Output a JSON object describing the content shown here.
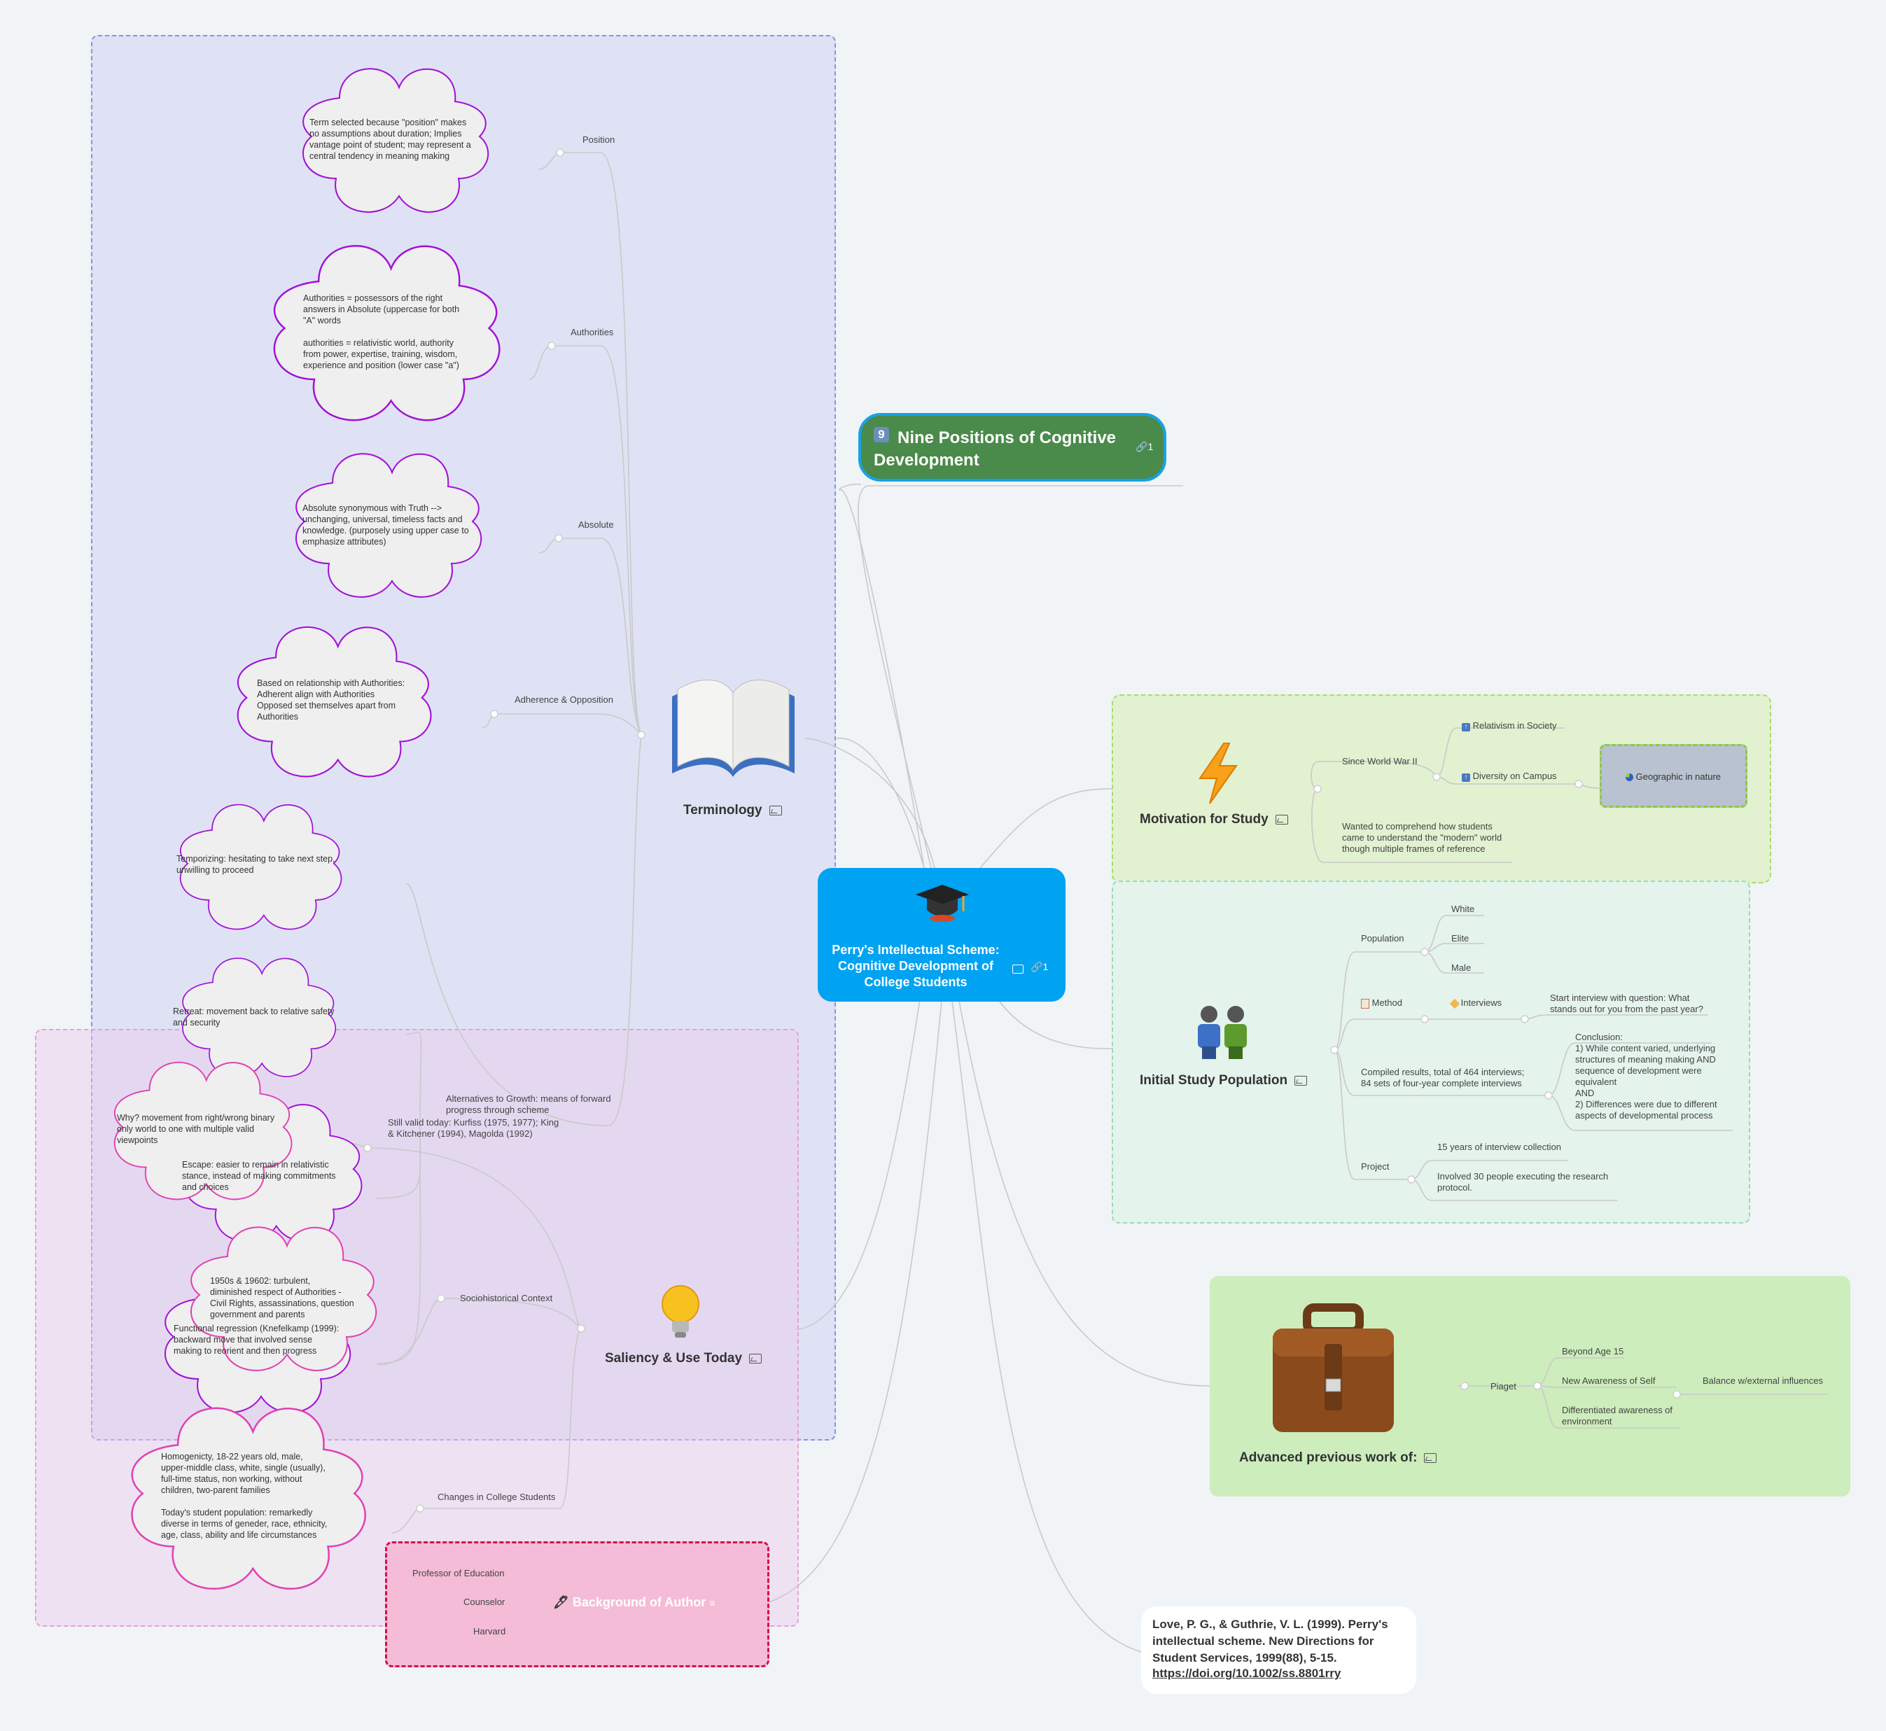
{
  "central": {
    "title": "Perry's Intellectual Scheme: Cognitive Development of College Students",
    "link_count": "1"
  },
  "nine_positions": {
    "badge": "9",
    "title": "Nine Positions of Cognitive Development",
    "link_count": "1"
  },
  "terminology": {
    "title": "Terminology",
    "position": {
      "label": "Position",
      "note": "Term selected because \"position\" makes\nno assumptions about duration; Implies\nvantage point of student; may represent a\ncentral tendency in meaning making"
    },
    "authorities": {
      "label": "Authorities",
      "note": "Authorities = possessors of the right\nanswers in Absolute (uppercase for both\n\"A\" words\n\nauthorities = relativistic world, authority\nfrom power, expertise, training, wisdom,\nexperience and position (lower case \"a\")"
    },
    "absolute": {
      "label": "Absolute",
      "note": "Absolute synonymous with Truth -->\nunchanging, universal, timeless facts and\nknowledge. (purposely using upper case to\nemphasize attributes)"
    },
    "adherence": {
      "label": "Adherence & Opposition",
      "note": "Based on relationship with Authorities:\nAdherent align with Authorities\nOpposed set themselves apart from\nAuthorities"
    },
    "alternatives": {
      "label": "Alternatives to Growth: means of forward\nprogress through scheme",
      "notes": [
        "Temporizing: hesitating to take next step,\nunwilling to proceed",
        "Retreat: movement back to relative safety\nand security",
        "Escape: easier to remain in relativistic\nstance, instead of making commitments\nand choices",
        "Functional regression (Knefelkamp (1999):\nbackward move that involved sense\nmaking to reorient and then progress"
      ]
    }
  },
  "saliency": {
    "title": "Saliency & Use Today",
    "still_valid": {
      "label": "Still valid today: Kurfiss (1975, 1977); King\n& Kitchener (1994), Magolda (1992)",
      "note": "Why? movement from right/wrong binary\nonly world to one with multiple valid\nviewpoints"
    },
    "sociohistorical": {
      "label": "Sociohistorical Context",
      "note": "1950s & 19602: turbulent,\ndiminished respect of Authorities -\nCivil Rights, assassinations, question\ngovernment and parents"
    },
    "changes": {
      "label": "Changes in College Students",
      "note": "Homogenicty, 18-22 years old, male,\nupper-middle class, white, single (usually),\nfull-time status, non working, without\nchildren, two-parent families\n\nToday's student population: remarkedly\ndiverse in terms of geneder, race, ethnicity,\nage, class, ability and life circumstances"
    }
  },
  "author": {
    "title": "Background of Author",
    "items": [
      "Professor of Education",
      "Counselor",
      "Harvard"
    ]
  },
  "motivation": {
    "title": "Motivation for Study",
    "since_ww2": "Since World War II",
    "relativism": "Relativism in Society",
    "diversity": "Diversity on Campus",
    "geographic": "Geographic in nature",
    "wanted": "Wanted to comprehend how students\ncame to understand  the \"modern\" world\nthough multiple frames of reference"
  },
  "population": {
    "title": "Initial Study Population",
    "population_label": "Population",
    "population_items": [
      "White",
      "Elite",
      "Male"
    ],
    "method": "Method",
    "interviews": "Interviews",
    "start_interview": "Start interview with question: What\nstands out for you from the past year?",
    "compiled": "Compiled results, total of 464 interviews;\n84 sets of four-year complete interviews",
    "conclusion": "Conclusion:\n1) While content varied, underlying\nstructures of meaning making AND\nsequence of development were\nequivalent\n      AND\n2) Differences were due to different\naspects of developmental process",
    "project": "Project",
    "project_items": [
      "15 years of interview collection",
      "Involved 30 people executing the research\nprotocol."
    ]
  },
  "advanced": {
    "title": "Advanced previous work of:",
    "piaget": "Piaget",
    "beyond": "Beyond Age 15",
    "awareness": "New Awareness of Self",
    "balance": "Balance w/external influences",
    "differentiated": "Differentiated awareness of\nenvironment"
  },
  "citation": {
    "text": "Love, P. G., & Guthrie, V. L. (1999). Perry's\nintellectual scheme. New Directions for\nStudent Services, 1999(88), 5-15.",
    "link": "https://doi.org/10.1002/ss.8801rry"
  },
  "colors": {
    "central": "#00a2f2",
    "nine": "#4a8a4a",
    "terminology_bg": "#dfe2f4",
    "saliency_bg": "#ecdff0",
    "motivation_bg": "#e2f1d0",
    "population_bg": "#e4f3ec",
    "advanced_bg": "#cdedbc",
    "author_bg": "#f4bcd6"
  }
}
